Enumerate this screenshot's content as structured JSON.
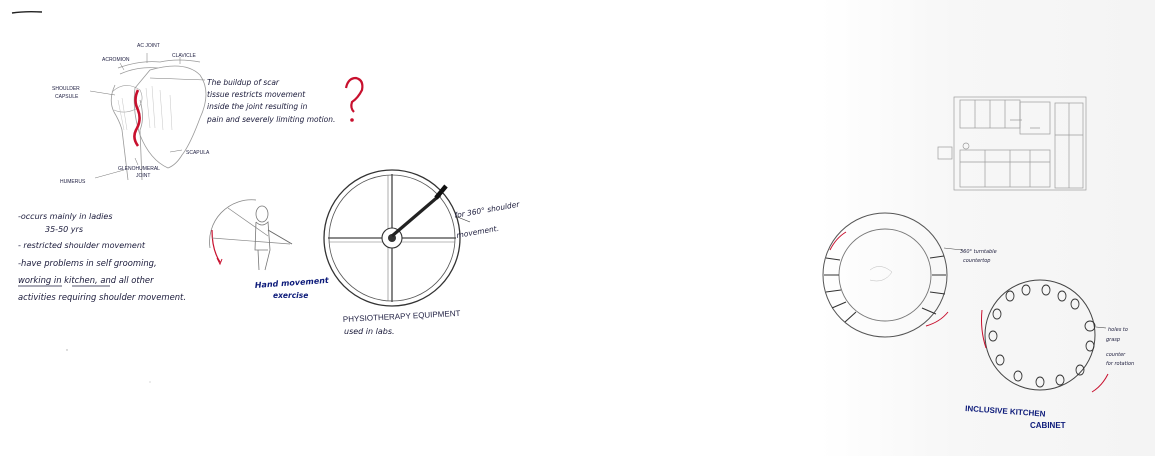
{
  "shoulder_anatomy": {
    "labels": {
      "ac_joint": "AC JOINT",
      "acromion": "ACROMION",
      "clavicle": "CLAVICLE",
      "shoulder_capsule_1": "SHOULDER",
      "shoulder_capsule_2": "CAPSULE",
      "scapula": "SCAPULA",
      "glenohumeral_1": "GLENOHUMERAL",
      "glenohumeral_2": "JOINT",
      "humerus": "HUMERUS"
    },
    "scar_note": [
      "The buildup of scar",
      "tissue restricts movement",
      "inside the joint resulting in",
      "pain and severely limiting motion."
    ]
  },
  "symptoms_notes": [
    "-occurs mainly in ladies",
    "35-50 yrs",
    "- restricted shoulder movement",
    "-have problems in self grooming,",
    "working in kitchen, and all other",
    "activities requiring shoulder movement."
  ],
  "exercise": {
    "caption_1": "Hand movement",
    "caption_2": "exercise"
  },
  "physio_equipment": {
    "side_note_1": "for 360° shoulder",
    "side_note_2": "movement.",
    "caption_1": "PHYSIOTHERAPY EQUIPMENT",
    "caption_2": "used in labs."
  },
  "kitchen_design": {
    "ring_note_1": "360° turntable",
    "ring_note_2": "countertop",
    "holes_note_1": "holes to",
    "holes_note_2": "grasp",
    "holes_note_3": "counter",
    "holes_note_4": "for rotation",
    "title_1": "INCLUSIVE KITCHEN",
    "title_2": "CABINET"
  },
  "colors": {
    "ink": "#1a1a3a",
    "pencil": "#8a8a8a",
    "accent_red": "#c8102e",
    "marker_blue": "#0d1b7a"
  }
}
